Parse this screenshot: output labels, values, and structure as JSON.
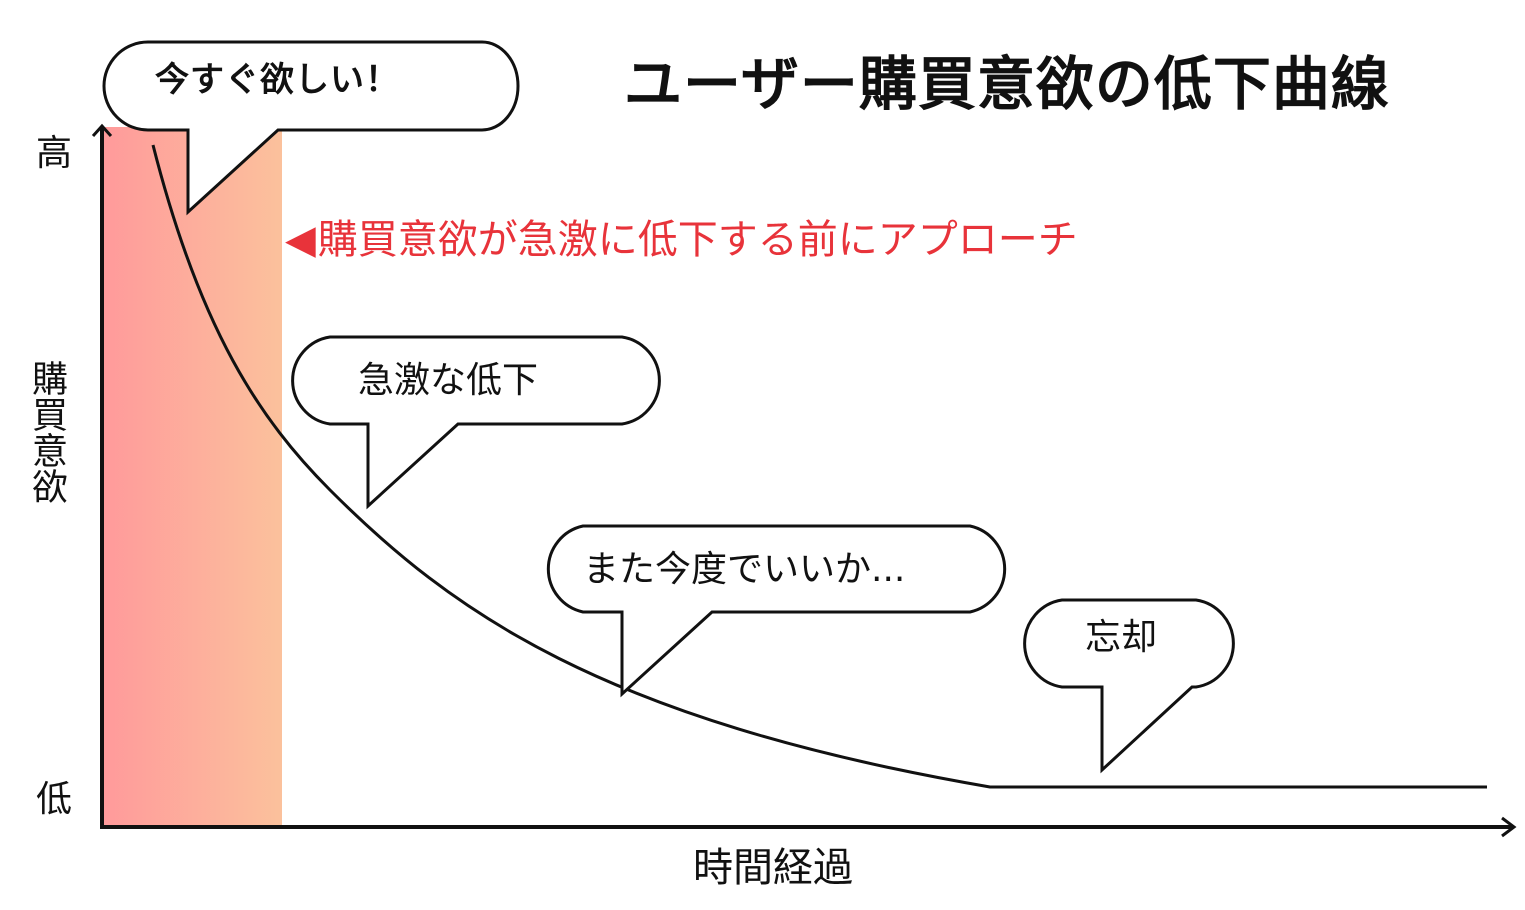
{
  "title": "ユーザー購買意欲の低下曲線",
  "axes": {
    "y_high": "高",
    "y_low": "低",
    "y_label": "購買意欲",
    "x_label": "時間経過"
  },
  "annotation": {
    "arrow": "◀",
    "text": "購買意欲が急激に低下する前にアプローチ",
    "color": "#e8333a"
  },
  "bubbles": [
    {
      "text": "今すぐ欲しい！"
    },
    {
      "text": "急激な低下"
    },
    {
      "text": "また今度でいいか..."
    },
    {
      "text": "忘却"
    }
  ],
  "colors": {
    "highlight_start": "#ff9a9b",
    "highlight_end": "#fbc19c",
    "curve": "#111111",
    "annotation": "#e8333a"
  }
}
